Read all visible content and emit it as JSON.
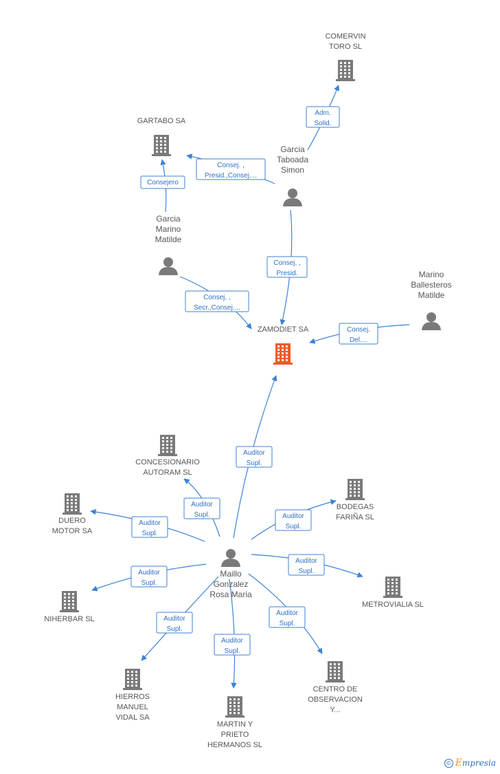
{
  "colors": {
    "building": "#7a7a7a",
    "building_highlight": "#f05a28",
    "person": "#7a7a7a",
    "edge": "#3b82d6",
    "label": "#555555"
  },
  "nodes": [
    {
      "id": "zamodiet",
      "type": "company",
      "highlight": true,
      "lines": [
        "ZAMODIET SA"
      ]
    },
    {
      "id": "comervin",
      "type": "company",
      "lines": [
        "COMERVIN",
        "TORO SL"
      ]
    },
    {
      "id": "gartabo",
      "type": "company",
      "lines": [
        "GARTABO SA"
      ]
    },
    {
      "id": "garcia_taboada",
      "type": "person",
      "lines": [
        "Garcia",
        "Taboada",
        "Simon"
      ]
    },
    {
      "id": "garcia_marino",
      "type": "person",
      "lines": [
        "Garcia",
        "Marino",
        "Matilde"
      ]
    },
    {
      "id": "marino_ballesteros",
      "type": "person",
      "lines": [
        "Marino",
        "Ballesteros",
        "Matilde"
      ]
    },
    {
      "id": "maillo",
      "type": "person",
      "lines": [
        "Maillo",
        "Gonzalez",
        "Rosa Maria"
      ]
    },
    {
      "id": "concesionario",
      "type": "company",
      "lines": [
        "CONCESIONARIO",
        "AUTORAM SL"
      ]
    },
    {
      "id": "duero",
      "type": "company",
      "lines": [
        "DUERO",
        "MOTOR SA"
      ]
    },
    {
      "id": "bodegas",
      "type": "company",
      "lines": [
        "BODEGAS",
        "FARIÑA SL"
      ]
    },
    {
      "id": "niherbar",
      "type": "company",
      "lines": [
        "NIHERBAR SL"
      ]
    },
    {
      "id": "metrovialia",
      "type": "company",
      "lines": [
        "METROVIALIA SL"
      ]
    },
    {
      "id": "hierros",
      "type": "company",
      "lines": [
        "HIERROS",
        "MANUEL",
        "VIDAL SA"
      ]
    },
    {
      "id": "martin",
      "type": "company",
      "lines": [
        "MARTIN Y",
        "PRIETO",
        "HERMANOS SL"
      ]
    },
    {
      "id": "centro",
      "type": "company",
      "lines": [
        "CENTRO DE",
        "OBSERVACION",
        "Y..."
      ]
    }
  ],
  "edges": [
    {
      "from": "garcia_taboada",
      "to": "comervin",
      "label": [
        "Adm.",
        "Solid."
      ]
    },
    {
      "from": "garcia_taboada",
      "to": "gartabo",
      "label": [
        "Consej. ,",
        "Presid.,Consej...."
      ]
    },
    {
      "from": "garcia_taboada",
      "to": "zamodiet",
      "label": [
        "Consej. ,",
        "Presid."
      ]
    },
    {
      "from": "garcia_marino",
      "to": "gartabo",
      "label": [
        "Consejero"
      ]
    },
    {
      "from": "garcia_marino",
      "to": "zamodiet",
      "label": [
        "Consej. ,",
        "Secr.,Consej...."
      ]
    },
    {
      "from": "marino_ballesteros",
      "to": "zamodiet",
      "label": [
        "Consej.",
        "Del...."
      ]
    },
    {
      "from": "maillo",
      "to": "zamodiet",
      "label": [
        "Auditor",
        "Supl."
      ]
    },
    {
      "from": "maillo",
      "to": "concesionario",
      "label": [
        "Auditor",
        "Supl."
      ]
    },
    {
      "from": "maillo",
      "to": "duero",
      "label": [
        "Auditor",
        "Supl."
      ]
    },
    {
      "from": "maillo",
      "to": "bodegas",
      "label": [
        "Auditor",
        "Supl."
      ]
    },
    {
      "from": "maillo",
      "to": "niherbar",
      "label": [
        "Auditor",
        "Supl."
      ]
    },
    {
      "from": "maillo",
      "to": "metrovialia",
      "label": [
        "Auditor",
        "Supl."
      ]
    },
    {
      "from": "maillo",
      "to": "hierros",
      "label": [
        "Auditor",
        "Supl."
      ]
    },
    {
      "from": "maillo",
      "to": "martin",
      "label": [
        "Auditor",
        "Supl."
      ]
    },
    {
      "from": "maillo",
      "to": "centro",
      "label": [
        "Auditor",
        "Supl."
      ]
    }
  ],
  "brand": {
    "symbol": "©",
    "initial": "E",
    "rest": "mpresia"
  }
}
